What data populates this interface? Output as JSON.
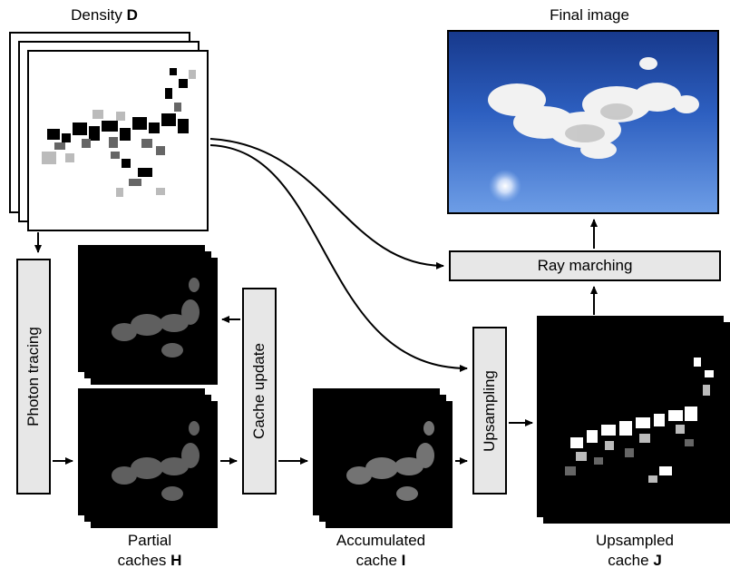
{
  "labels": {
    "density": {
      "text": "Density ",
      "symbol": "D"
    },
    "final_image": "Final image",
    "partial_caches": {
      "line1": "Partial",
      "line2": "caches ",
      "symbol": "H"
    },
    "accumulated_cache": {
      "line1": "Accumulated",
      "line2": "cache ",
      "symbol": "I"
    },
    "upsampled_cache": {
      "line1": "Upsampled",
      "line2": "cache ",
      "symbol": "J"
    }
  },
  "boxes": {
    "photon_tracing": "Photon tracing",
    "cache_update": "Cache update",
    "upsampling": "Upsampling",
    "ray_marching": "Ray marching"
  },
  "colors": {
    "box_fill": "#e7e7e7",
    "sky_top": "#17398c",
    "sky_bottom": "#6d9de6"
  }
}
